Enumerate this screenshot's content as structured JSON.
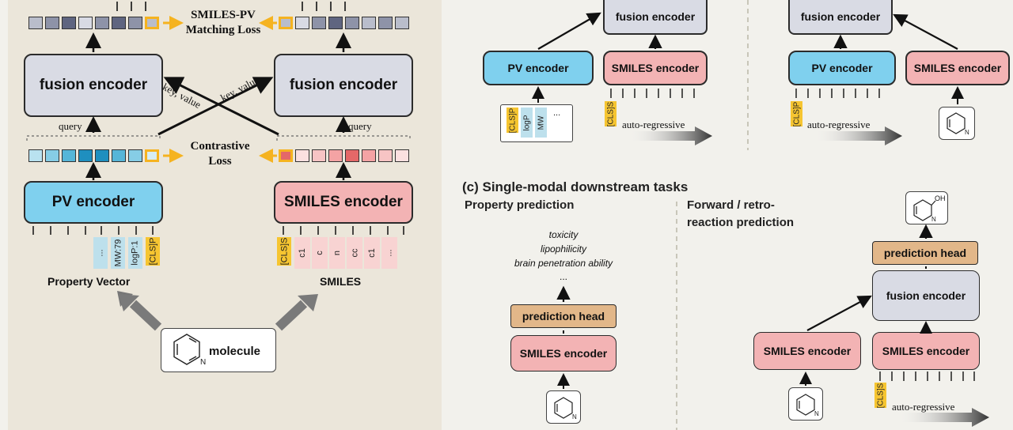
{
  "pretrain": {
    "matching_loss": "SMILES-PV Matching Loss",
    "contrastive_loss": "Contrastive Loss",
    "fusion_left": "fusion encoder",
    "fusion_right": "fusion encoder",
    "pv_encoder": "PV encoder",
    "smiles_encoder": "SMILES encoder",
    "cross_label_1": "key, value",
    "cross_label_2": "key, value",
    "query_left": "query",
    "query_right": "query",
    "pv_tokens": [
      "...",
      "MW:79",
      "logP:1",
      "[CLS]P"
    ],
    "smiles_tokens": [
      "[CLS]S",
      "c1",
      "c",
      "n",
      "cc",
      "c1",
      "..."
    ],
    "property_vector": "Property Vector",
    "smiles": "SMILES",
    "molecule": "molecule"
  },
  "panel_a": {
    "fusion": "fusion encoder",
    "pv": "PV encoder",
    "smiles": "SMILES encoder",
    "tokens": [
      "[CLS]P",
      "logP",
      "MW",
      "..."
    ],
    "cls": "[CLS]S",
    "autoreg": "auto-regressive"
  },
  "panel_b": {
    "fusion": "fusion encoder",
    "pv": "PV encoder",
    "smiles": "SMILES encoder",
    "cls": "[CLS]P",
    "autoreg": "auto-regressive"
  },
  "panel_c": {
    "title": "(c) Single-modal downstream tasks",
    "prop_title": "Property prediction",
    "outputs": [
      "toxicity",
      "lipophilicity",
      "brain penetration ability",
      "..."
    ],
    "pred_head": "prediction head",
    "smiles": "SMILES encoder",
    "fwd_title_1": "Forward / retro-",
    "fwd_title_2": "reaction prediction",
    "fwd_pred_head": "prediction head",
    "fwd_fusion": "fusion encoder",
    "fwd_smiles_left": "SMILES encoder",
    "fwd_smiles_right": "SMILES encoder",
    "fwd_cls": "[CLS]S",
    "fwd_autoreg": "auto-regressive",
    "oh_label": "OH"
  },
  "colors": {
    "pv": "#7fd0ee",
    "smiles": "#f3b3b4",
    "fusion": "#d9dbe4",
    "head": "#e2b789",
    "cls": "#f6c531",
    "bg_left": "#ebe6da"
  },
  "icons": [
    "pyridine-molecule-icon",
    "pyridinone-molecule-icon",
    "arrow-icon"
  ]
}
